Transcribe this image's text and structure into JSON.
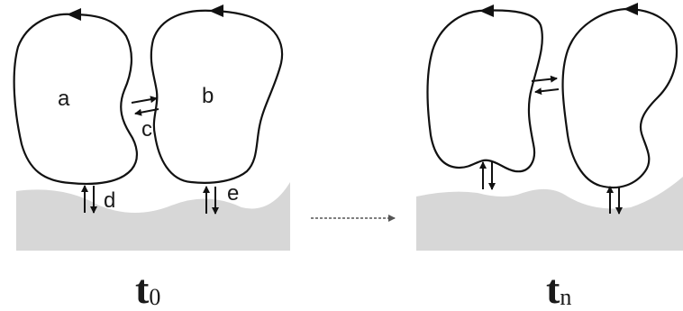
{
  "panels": [
    {
      "time_main": "t",
      "time_sub": "0",
      "labels": {
        "a": "a",
        "b": "b",
        "c": "c",
        "d": "d",
        "e": "e"
      }
    },
    {
      "time_main": "t",
      "time_sub": "n"
    }
  ],
  "colors": {
    "substrate": "#d7d7d7",
    "outline": "#111111",
    "transition_arrow": "#555555"
  },
  "icons": [
    "counterclockwise-arrowhead",
    "double-arrow",
    "dotted-right-arrow"
  ]
}
